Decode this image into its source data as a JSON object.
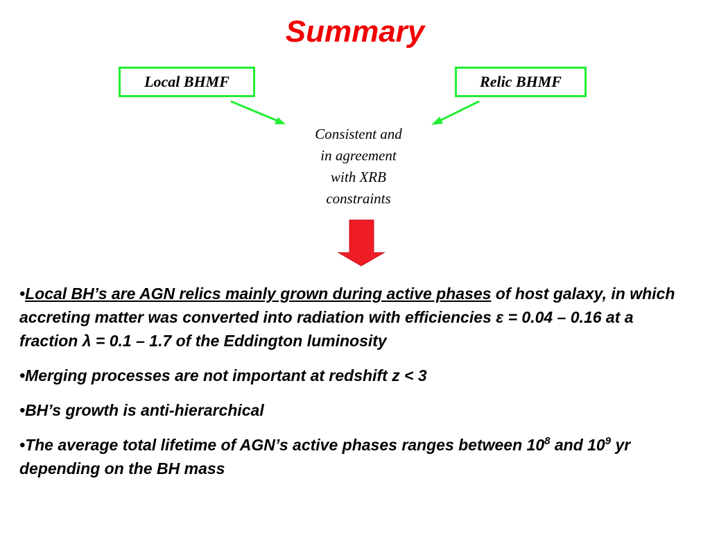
{
  "title": "Summary",
  "boxes": {
    "left": "Local BHMF",
    "right": "Relic BHMF"
  },
  "caption": {
    "line1": "Consistent and",
    "line2": "in agreement",
    "line3": "with XRB",
    "line4": "constraints"
  },
  "colors": {
    "title": "#f00000",
    "box_border": "#22ee33",
    "arrow_green": "#22ee33",
    "big_arrow": "#ee1c24"
  },
  "icons": {
    "small_arrows": "arrow-icon",
    "big_arrow": "down-arrow-icon"
  },
  "bullets": {
    "b1": {
      "marker": "•",
      "underlined": "Local BH’s are AGN relics mainly grown during active phases",
      "rest": " of host galaxy, in which accreting matter was converted into radiation with efficiencies ε = 0.04 – 0.16 at a fraction λ = 0.1 – 1.7 of the Eddington luminosity"
    },
    "b2": {
      "marker": "•",
      "text": "Merging processes are not important at redshift z < 3"
    },
    "b3": {
      "marker": "•",
      "text": "BH’s growth is anti-hierarchical"
    },
    "b4": {
      "marker": "•",
      "part1": "The average total lifetime of AGN’s active phases ranges between 10",
      "sup1": "8",
      "part2": " and 10",
      "sup2": "9",
      "part3": " yr depending on the BH mass"
    }
  }
}
